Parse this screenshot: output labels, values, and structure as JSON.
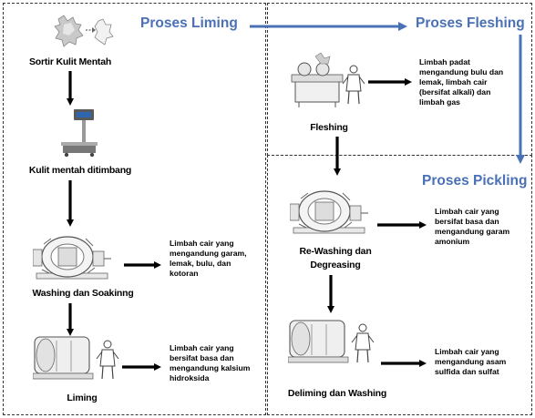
{
  "headers": {
    "liming": "Proses Liming",
    "fleshing": "Proses Fleshing",
    "pickling": "Proses Pickling"
  },
  "steps": {
    "sortir": "Sortir Kulit Mentah",
    "ditimbang": "Kulit mentah ditimbang",
    "washing_soaking": "Washing dan Soakinng",
    "liming": "Liming",
    "fleshing": "Fleshing",
    "rewashing_line1": "Re-Washing dan",
    "rewashing_line2": "Degreasing",
    "deliming": "Deliming dan Washing"
  },
  "wastes": {
    "washing_soaking": "Limbah cair yang\nmengandung garam,\nlemak, bulu, dan\nkotoran",
    "liming": "Limbah cair yang\nbersifat basa dan\nmengandung kalsium\nhidroksida",
    "fleshing": "Limbah padat\nmengandung bulu dan\nlemak, limbah cair\n(bersifat alkali) dan\nlimbah gas",
    "rewashing": "Limbah cair yang\nbersifat basa dan\nmengandung garam\namonium",
    "deliming": "Limbah cair yang\nmengandung asam\nsulfida dan sulfat"
  },
  "colors": {
    "accent": "#4a70b5",
    "border": "#333333",
    "arrow": "#000000"
  },
  "icons": {
    "sortir": "hide-sorting-icon",
    "scale": "weighing-scale-icon",
    "drum": "tanning-drum-icon",
    "fleshing": "fleshing-machine-icon",
    "worker": "worker-icon"
  }
}
